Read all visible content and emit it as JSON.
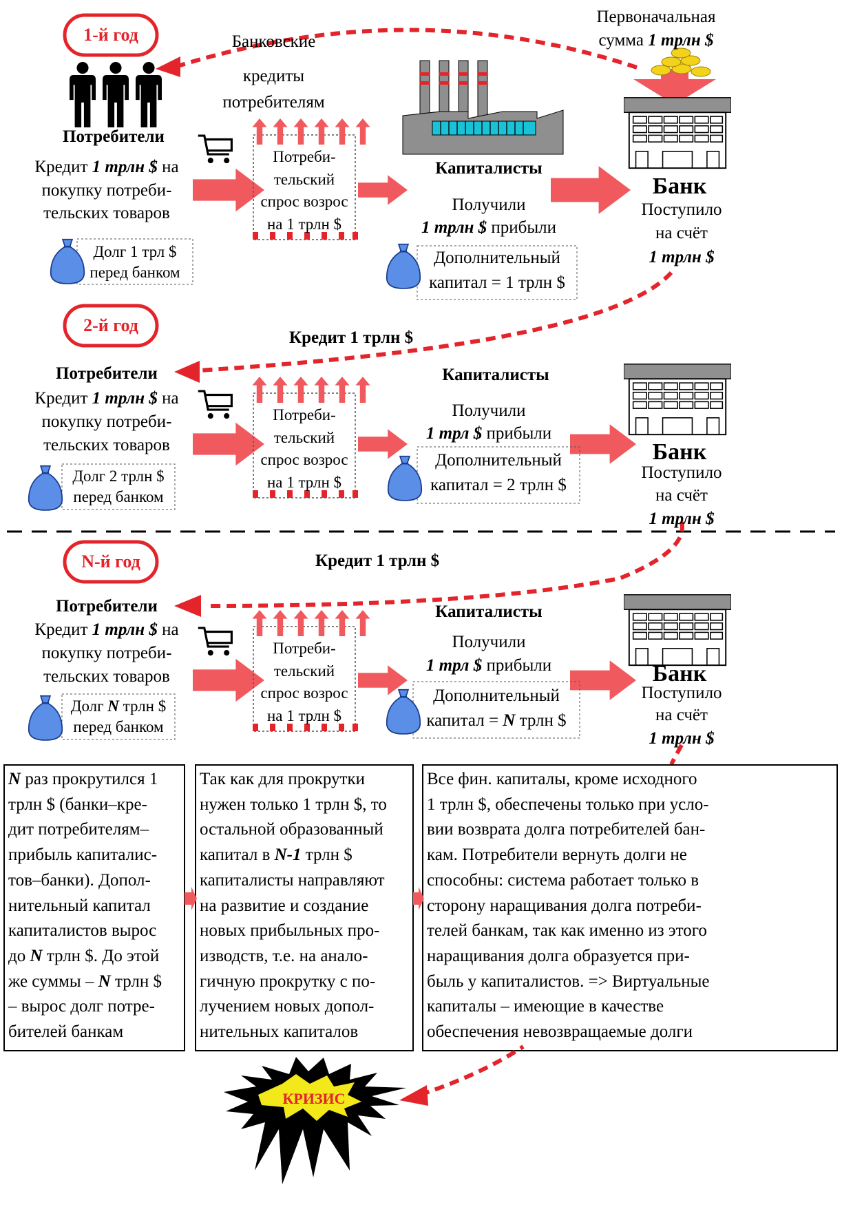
{
  "initial": {
    "line1": "Первоначальная",
    "line2_prefix": "сумма ",
    "line2_bold": "1 трлн $"
  },
  "bank_credits": {
    "line1": "Банковские",
    "line2": "кредиты",
    "line3": "потребителям"
  },
  "rows": [
    {
      "year": "1-й год",
      "consumers_title": "Потребители",
      "credit_prefix": "Кредит ",
      "credit_bold": "1 трлн $",
      "credit_suffix": " на",
      "credit_line2": "покупку потреби-",
      "credit_line3": "тельских товаров",
      "debt_line1": "Долг 1 трл $",
      "debt_line2": "перед банком",
      "demand": [
        "Потреби-",
        "тельский",
        "спрос возрос",
        "на  1 трлн $"
      ],
      "capitalists_title": "Капиталисты",
      "received": "Получили",
      "profit_bold": "1 трлн $",
      "profit_suffix": " прибыли",
      "capital_line1": "Дополнительный",
      "capital_line2": "капитал = 1 трлн $",
      "bank_title": "Банк",
      "bank_line1": "Поступило",
      "bank_line2": "на счёт",
      "bank_line3": "1 трлн $"
    },
    {
      "year": "2-й год",
      "credit_arrow_label": "Кредит 1 трлн $",
      "consumers_title": "Потребители",
      "credit_prefix": "Кредит ",
      "credit_bold": "1 трлн $",
      "credit_suffix": " на",
      "credit_line2": "покупку потреби-",
      "credit_line3": "тельских товаров",
      "debt_line1": "Долг 2 трлн $",
      "debt_line2": "перед банком",
      "demand": [
        "Потреби-",
        "тельский",
        "спрос возрос",
        "на  1 трлн $"
      ],
      "capitalists_title": "Капиталисты",
      "received": "Получили",
      "profit_bold": "1 трл $",
      "profit_suffix": " прибыли",
      "capital_line1": "Дополнительный",
      "capital_line2": "капитал = 2  трлн $",
      "bank_title": "Банк",
      "bank_line1": "Поступило",
      "bank_line2": "на счёт",
      "bank_line3": "1 трлн $"
    },
    {
      "year": "N-й год",
      "credit_arrow_label": "Кредит 1 трлн $",
      "consumers_title": "Потребители",
      "credit_prefix": "Кредит ",
      "credit_bold": "1 трлн $",
      "credit_suffix": " на",
      "credit_line2": "покупку потреби-",
      "credit_line3": "тельских товаров",
      "debt_prefix": "Долг ",
      "debt_bold": "N",
      "debt_suffix": " трлн $",
      "debt_line2": "перед банком",
      "demand": [
        "Потреби-",
        "тельский",
        "спрос возрос",
        "на  1 трлн $"
      ],
      "capitalists_title": "Капиталисты",
      "received": "Получили",
      "profit_bold": "1 трл $",
      "profit_suffix": " прибыли",
      "capital_line1": "Дополнительный",
      "capital_prefix": "капитал = ",
      "capital_bold": "N",
      "capital_suffix": "  трлн $",
      "bank_title": "Банк",
      "bank_line1": "Поступило",
      "bank_line2": "на счёт",
      "bank_line3": "1 трлн $"
    }
  ],
  "box1": [
    "N раз прокрутился 1",
    "трлн $ (банки–кре-",
    "дит потребителям–",
    "прибыль капиталис-",
    "тов–банки). Допол-",
    "нительный капитал",
    "капиталистов вырос",
    "до N трлн $. До этой",
    "же суммы – N трлн $",
    "– вырос долг потре-",
    "бителей банкам"
  ],
  "box2": [
    "Так как для прокрутки",
    "нужен только 1 трлн $, то",
    "остальной образованный",
    "капитал в N-1 трлн $",
    "капиталисты направляют",
    "на развитие и создание",
    "новых прибыльных про-",
    "изводств, т.е. на анало-",
    "гичную прокрутку с по-",
    "лучением новых допол-",
    "нительных капиталов"
  ],
  "box3": [
    "Все фин. капиталы, кроме исходного",
    "1 трлн $, обеспечены только при усло-",
    "вии возврата долга потребителей бан-",
    "кам. Потребители вернуть долги не",
    "способны: система работает только в",
    "сторону наращивания долга потреби-",
    "телей банкам, так как именно из этого",
    "наращивания долга образуется при-",
    "быль у капиталистов. => Виртуальные",
    "капиталы – имеющие в качестве",
    "обеспечения невозвращаемые долги"
  ],
  "crisis": "КРИЗИС",
  "colors": {
    "red": "#e3242b",
    "arrow_fill": "#f05a5f",
    "bag": "#5b8ee6",
    "gold": "#f2d21a",
    "teal": "#19c2d6",
    "gray": "#8f8f8f"
  }
}
